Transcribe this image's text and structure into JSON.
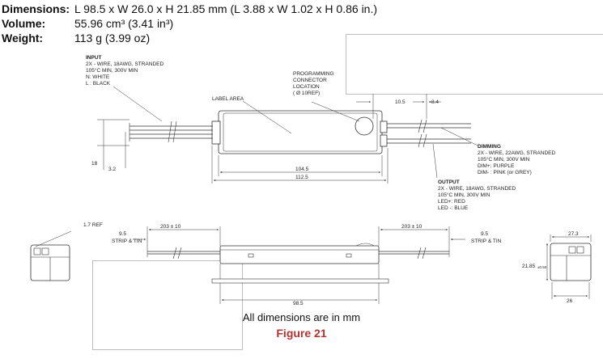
{
  "specs": {
    "dimensions": {
      "label": "Dimensions:",
      "value": "L 98.5 x W 26.0 x H 21.85 mm (L 3.88 x W 1.02 x H 0.86 in.)"
    },
    "volume": {
      "label": "Volume:",
      "value": "55.96 cm³ (3.41 in³)"
    },
    "weight": {
      "label": "Weight:",
      "value": "113 g (3.99 oz)"
    }
  },
  "top_view": {
    "input": {
      "title": "INPUT",
      "lines": [
        "2X - WIRE, 18AWG, STRANDED",
        "105°C MIN, 300V MIN",
        "N: WHITE",
        "L : BLACK"
      ]
    },
    "programming": {
      "lines": [
        "PROGRAMMING",
        "CONNECTOR",
        "LOCATION",
        "( Ø 10REF)"
      ]
    },
    "label_area": "LABEL AREA",
    "dim_10_5": "10.5",
    "dim_8_4": "8.4",
    "dim_18": "18",
    "dim_3_2": "3.2",
    "dim_104_5": "104.5",
    "dim_112_5": "112.5",
    "dimming": {
      "title": "DIMMING",
      "lines": [
        "2X - WIRE, 22AWG, STRANDED",
        "105°C MIN, 300V MIN",
        "DIM+: PURPLE",
        "DIM- : PINK (or GREY)"
      ]
    },
    "output": {
      "title": "OUTPUT",
      "lines": [
        "2X - WIRE, 18AWG, STRANDED",
        "105°C MIN, 300V MIN",
        "LED+: RED",
        "LED -: BLUE"
      ]
    }
  },
  "side_view": {
    "ref_1_7": "1.7 REF",
    "strip_left": [
      "9.5",
      "STRIP & TIN"
    ],
    "lead_left": "203 ± 10",
    "lead_right": "203 ± 10",
    "strip_right": [
      "9.5",
      "STRIP & TIN"
    ],
    "dim_98_5": "98.5"
  },
  "end_view": {
    "width_top": "27.3",
    "height": "21.85",
    "height_tol": "±0.50",
    "width_bottom": "26"
  },
  "captions": {
    "dimensions_note": "All dimensions are in mm",
    "figure": "Figure 21"
  }
}
